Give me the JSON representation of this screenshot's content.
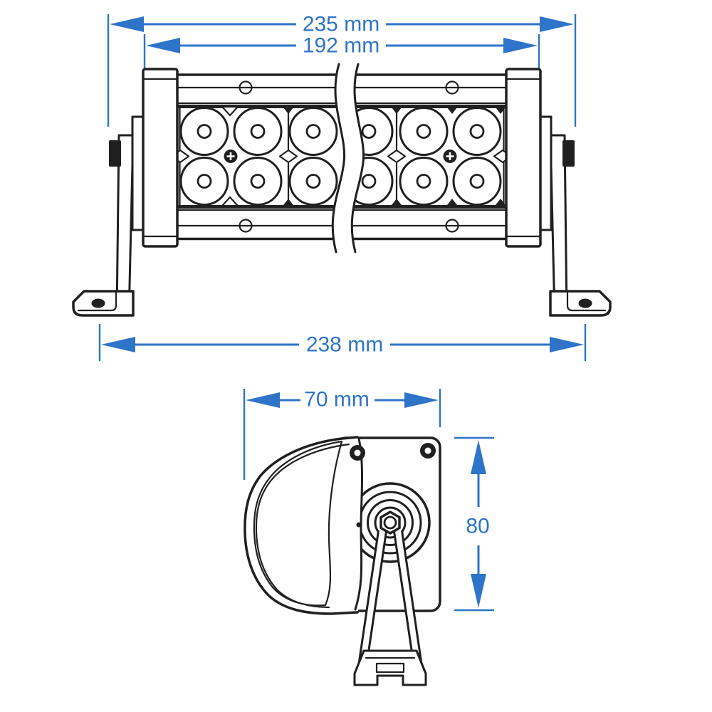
{
  "colors": {
    "background": "#ffffff",
    "line": "#202020",
    "dimension": "#2e74c8"
  },
  "front_view": {
    "name": "led-light-bar-front-view",
    "dimensions": {
      "overall_width": "235 mm",
      "inner_width": "192 mm",
      "mounting_width": "238 mm"
    },
    "led_rows": 2,
    "led_columns": 6,
    "led_count": 12
  },
  "side_view": {
    "name": "led-light-bar-side-view",
    "dimensions": {
      "depth": "70 mm",
      "height": "80"
    }
  }
}
